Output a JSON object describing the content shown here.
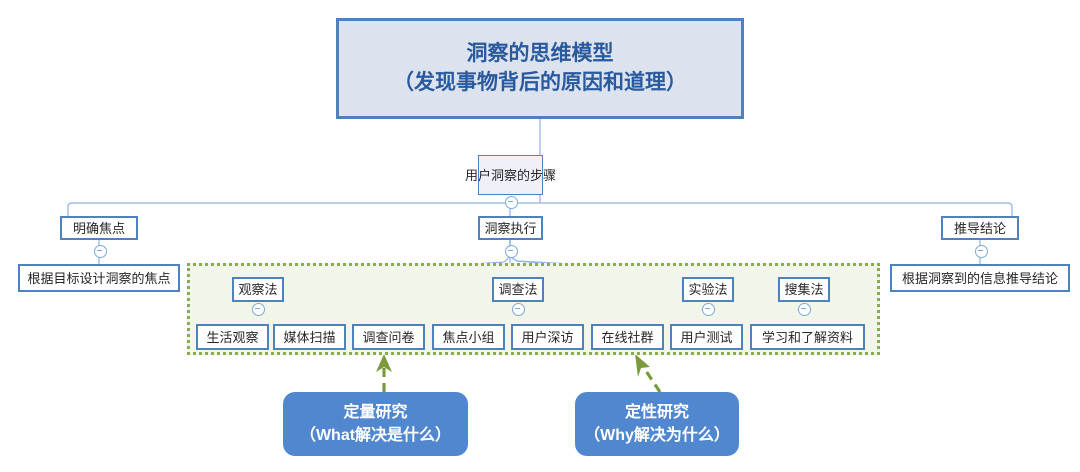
{
  "diagram": {
    "type": "mind-map",
    "root": {
      "line1": "洞察的思维模型",
      "line2": "（发现事物背后的原因和道理）"
    },
    "level2": {
      "label": "用户洞察的步骤"
    },
    "branches": [
      {
        "label": "明确焦点",
        "detail": "根据目标设计洞察的焦点"
      },
      {
        "label": "洞察执行",
        "detail": ""
      },
      {
        "label": "推导结论",
        "detail": "根据洞察到的信息推导结论"
      }
    ],
    "methods": [
      {
        "label": "观察法",
        "leaves": [
          "生活观察",
          "媒体扫描"
        ]
      },
      {
        "label": "调查法",
        "leaves": [
          "调查问卷",
          "焦点小组",
          "用户深访",
          "在线社群"
        ]
      },
      {
        "label": "实验法",
        "leaves": [
          "用户测试"
        ]
      },
      {
        "label": "搜集法",
        "leaves": [
          "学习和了解资料"
        ]
      }
    ],
    "leaves": [
      "生活观察",
      "媒体扫描",
      "调查问卷",
      "焦点小组",
      "用户深访",
      "在线社群",
      "用户测试",
      "学习和了解资料"
    ],
    "callouts": [
      {
        "line1": "定量研究",
        "line2": "（What解决是什么）"
      },
      {
        "line1": "定性研究",
        "line2": "（Why解决为什么）"
      }
    ],
    "colors": {
      "root_fill": "#dce3ef",
      "root_border": "#4f81bd",
      "root_text": "#2a5a9e",
      "node_border": "#4f81bd",
      "node_text": "#26262a",
      "region_fill": "#f2f6ea",
      "region_border": "#8aac4e",
      "callout_fill": "#5187cf",
      "callout_text": "#ffffff",
      "connector": "#8fb4dd",
      "arrow": "#7a9a3c"
    }
  }
}
